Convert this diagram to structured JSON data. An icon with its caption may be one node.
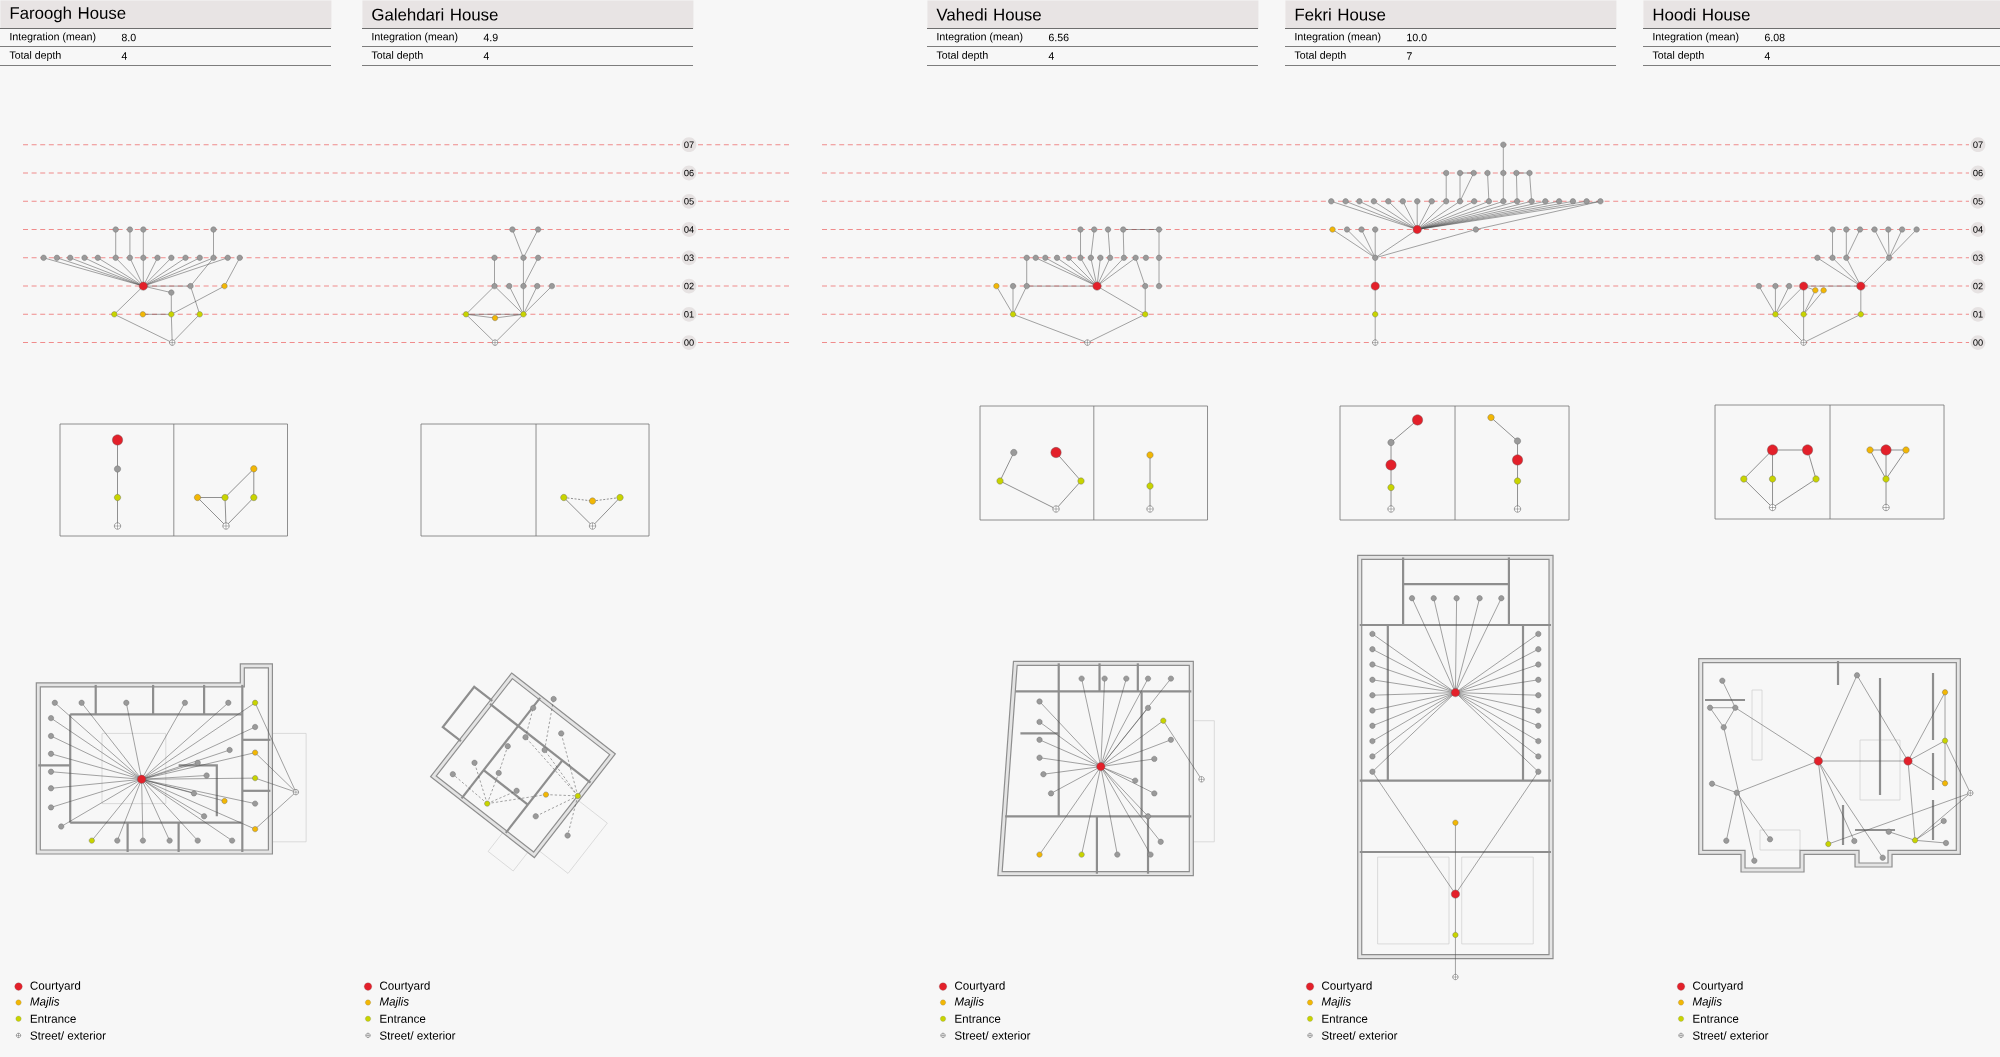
{
  "diagram": {
    "nodes": [
      {
        "text": [
          "Faroogh House"
        ]
      },
      {
        "text": [
          "Galehdari House"
        ]
      },
      {
        "text": [
          "Vahedi House"
        ]
      },
      {
        "text": [
          "Fekri House"
        ]
      },
      {
        "text": [
          "Hoodi House"
        ]
      },
      {
        "text": [
          "07"
        ]
      },
      {
        "text": [
          "06"
        ]
      },
      {
        "text": [
          "05"
        ]
      },
      {
        "text": [
          "04"
        ]
      },
      {
        "text": [
          "03"
        ]
      },
      {
        "text": [
          "02"
        ]
      },
      {
        "text": [
          "01"
        ]
      },
      {
        "text": [
          "00"
        ]
      },
      {
        "text": [
          "07"
        ]
      },
      {
        "text": [
          "06"
        ]
      },
      {
        "text": [
          "05"
        ]
      },
      {
        "text": [
          "04"
        ]
      },
      {
        "text": [
          "03"
        ]
      },
      {
        "text": [
          "02"
        ]
      },
      {
        "text": [
          "01"
        ]
      },
      {
        "text": [
          "00"
        ]
      }
    ],
    "labels": [
      "Integration (mean)",
      "8.0",
      "Total depth",
      "4",
      "Integration (mean)",
      "4.9",
      "Total depth",
      "4",
      "Integration (mean)",
      "6.56",
      "Total depth",
      "4",
      "Integration (mean)",
      "10.0",
      "Total depth",
      "7",
      "Integration (mean)",
      "6.08",
      "Total depth",
      "4"
    ],
    "legend": [
      {
        "text": "Courtyard",
        "color": "#e3202a"
      },
      {
        "text": "Majlis",
        "color": "#f2b705"
      },
      {
        "text": "Entrance",
        "color": "#c8d400"
      },
      {
        "text": "Street/ exterior"
      },
      {
        "text": "Courtyard",
        "color": "#e3202a"
      },
      {
        "text": "Majlis",
        "color": "#f2b705"
      },
      {
        "text": "Entrance",
        "color": "#c8d400"
      },
      {
        "text": "Street/ exterior"
      },
      {
        "text": "Courtyard",
        "color": "#e3202a"
      },
      {
        "text": "Majlis",
        "color": "#f2b705"
      },
      {
        "text": "Entrance",
        "color": "#c8d400"
      },
      {
        "text": "Street/ exterior"
      },
      {
        "text": "Courtyard",
        "color": "#e3202a"
      },
      {
        "text": "Majlis",
        "color": "#f2b705"
      },
      {
        "text": "Entrance",
        "color": "#c8d400"
      },
      {
        "text": "Street/ exterior"
      },
      {
        "text": "Courtyard",
        "color": "#e3202a"
      },
      {
        "text": "Majlis",
        "color": "#f2b705"
      },
      {
        "text": "Entrance",
        "color": "#c8d400"
      },
      {
        "text": "Street/ exterior"
      }
    ]
  }
}
